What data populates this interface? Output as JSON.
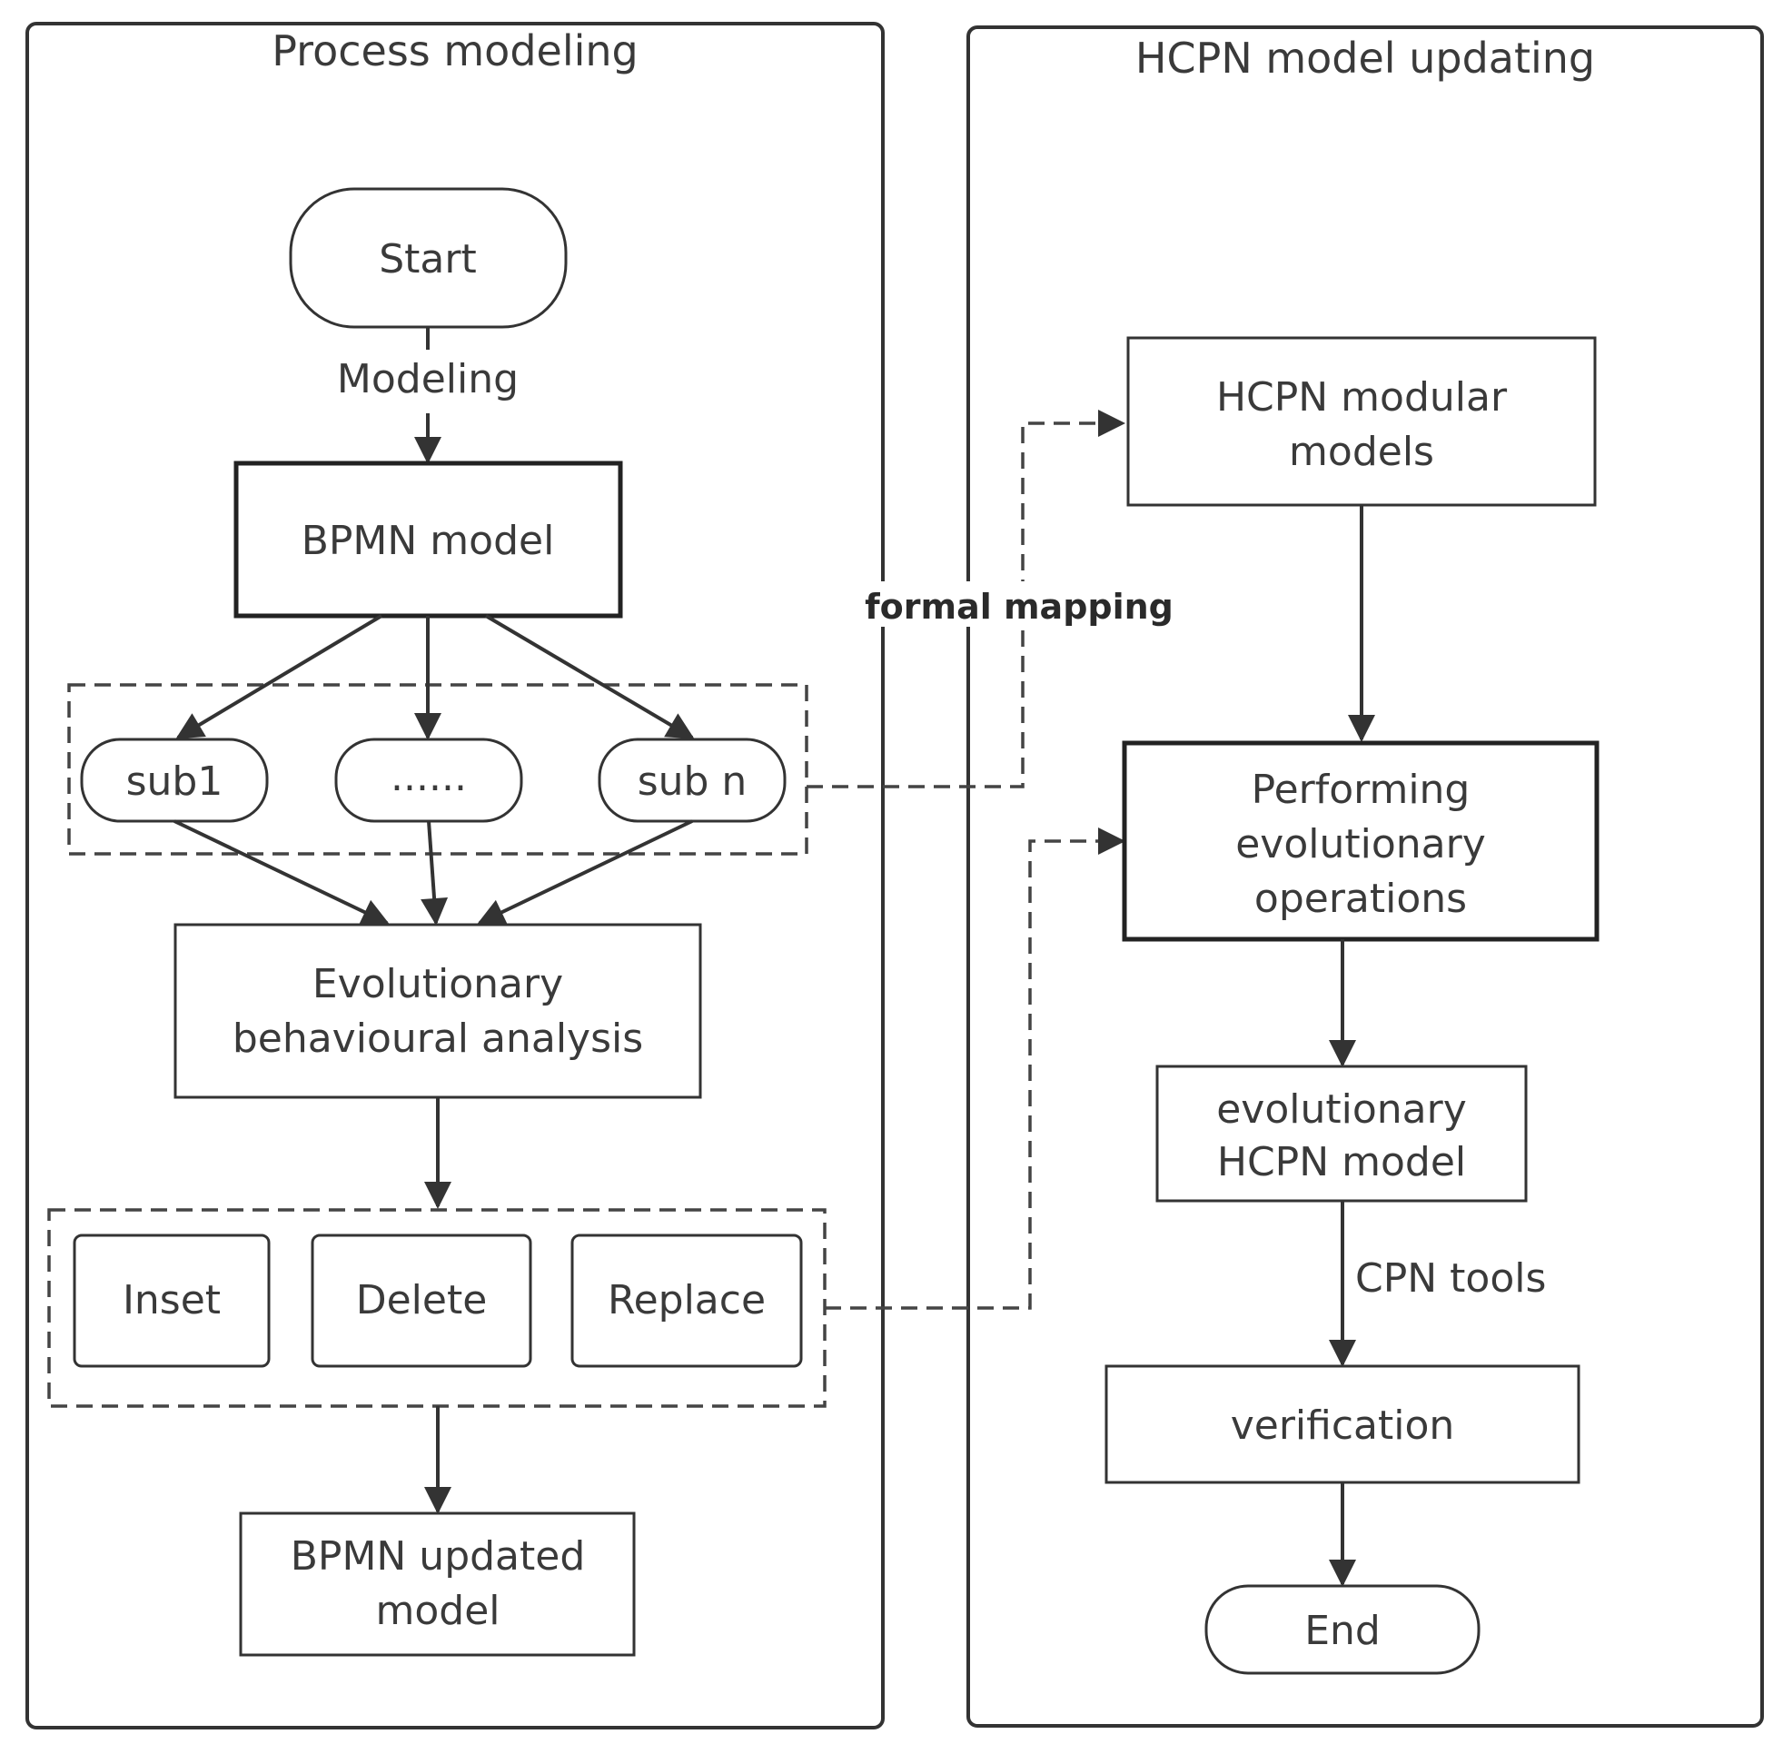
{
  "lanes": {
    "left_title": "Process modeling",
    "right_title": "HCPN model updating"
  },
  "nodes": {
    "start": "Start",
    "bpmn_model": "BPMN model",
    "sub1": "sub1",
    "sub_ellipsis": "......",
    "subn": "sub n",
    "evo_analysis_line1": "Evolutionary",
    "evo_analysis_line2": "behavioural analysis",
    "inset": "Inset",
    "delete": "Delete",
    "replace": "Replace",
    "bpmn_updated_line1": "BPMN updated",
    "bpmn_updated_line2": "model",
    "hcpn_modular_line1": "HCPN modular",
    "hcpn_modular_line2": "models",
    "perf_line1": "Performing",
    "perf_line2": "evolutionary",
    "perf_line3": "operations",
    "evo_hcpn_line1": "evolutionary",
    "evo_hcpn_line2": "HCPN model",
    "verification": "verification",
    "end": "End"
  },
  "edges": {
    "modeling": "Modeling",
    "formal_mapping": "formal mapping",
    "cpn_tools": "CPN tools"
  }
}
